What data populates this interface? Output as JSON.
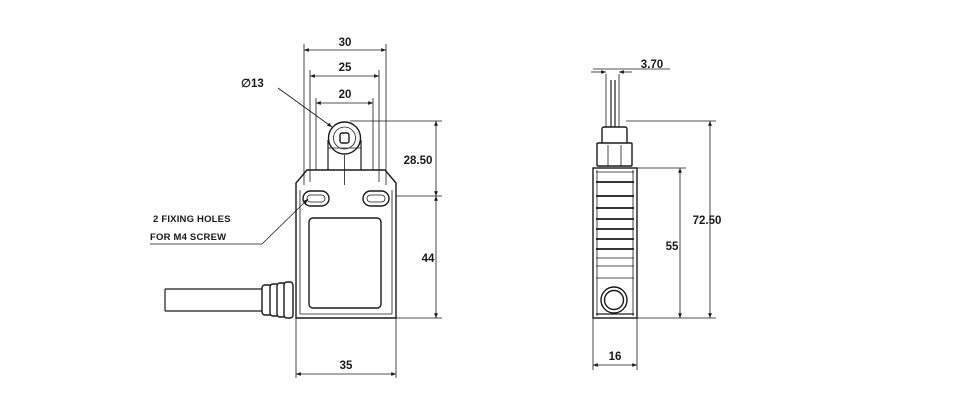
{
  "front_view": {
    "dims": {
      "overall_width_top": "30",
      "mid_width": "25",
      "inner_width": "20",
      "roller_diameter": "∅13",
      "actuator_height": "28.50",
      "body_height": "44",
      "body_width": "35"
    },
    "note_line1": "2 FIXING HOLES",
    "note_line2": "FOR M4 SCREW"
  },
  "side_view": {
    "dims": {
      "roller_thickness": "3.70",
      "total_height": "72.50",
      "body_height": "55",
      "body_depth": "16"
    }
  }
}
